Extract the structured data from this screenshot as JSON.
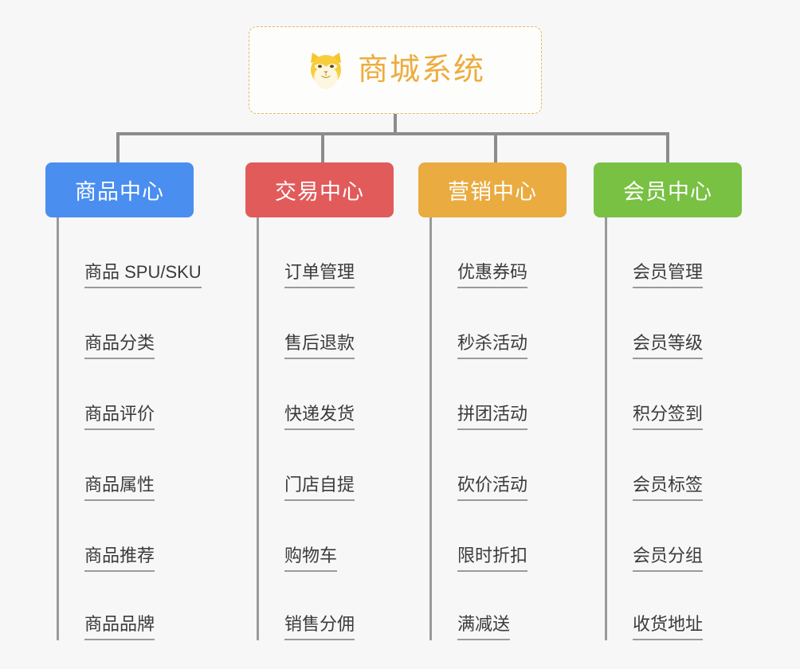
{
  "page": {
    "background_color": "#f7f7f7",
    "title": "商城系统 脑图"
  },
  "root": {
    "label": "商城系统",
    "icon": "shiba-dog-icon",
    "text_color": "#edac3d",
    "border_color": "#e8b860",
    "background_color": "#fdfdfc"
  },
  "connector": {
    "color": "#8c8c8c"
  },
  "branches": [
    {
      "label": "商品中心",
      "color": "#4a8ef0",
      "items": [
        "商品 SPU/SKU",
        "商品分类",
        "商品评价",
        "商品属性",
        "商品推荐",
        "商品品牌"
      ]
    },
    {
      "label": "交易中心",
      "color": "#e15b5b",
      "items": [
        "订单管理",
        "售后退款",
        "快递发货",
        "门店自提",
        "购物车",
        "销售分佣"
      ]
    },
    {
      "label": "营销中心",
      "color": "#eaab40",
      "items": [
        "优惠券码",
        "秒杀活动",
        "拼团活动",
        "砍价活动",
        "限时折扣",
        "满减送"
      ]
    },
    {
      "label": "会员中心",
      "color": "#78c142",
      "items": [
        "会员管理",
        "会员等级",
        "积分签到",
        "会员标签",
        "会员分组",
        "收货地址"
      ]
    }
  ]
}
